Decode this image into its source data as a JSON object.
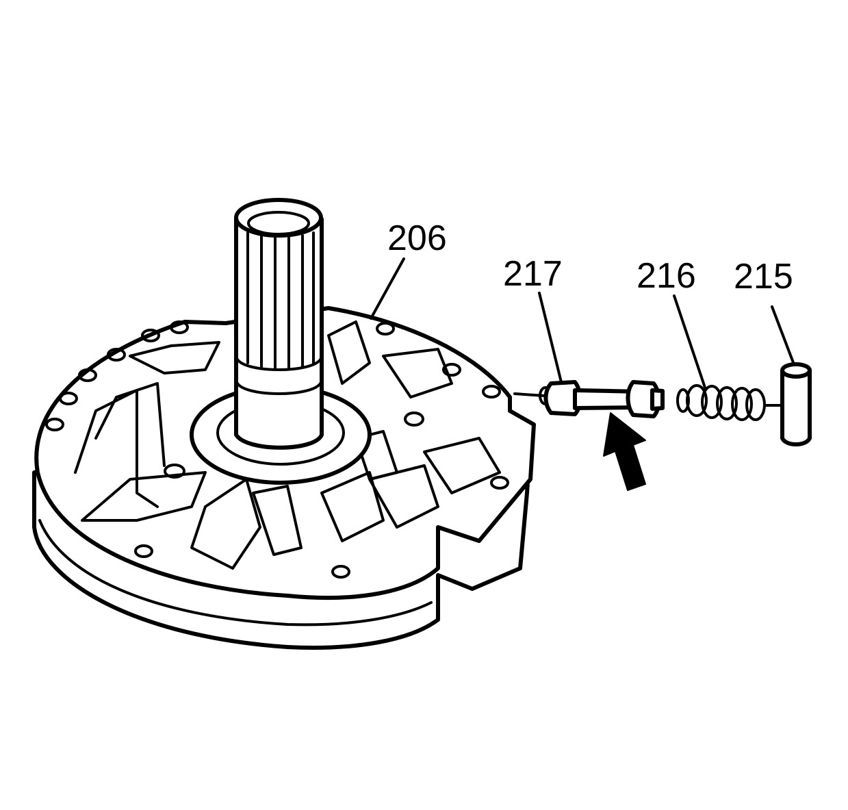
{
  "callouts": {
    "pump_cover": "206",
    "valve": "217",
    "spring": "216",
    "pin": "215"
  },
  "colors": {
    "line": "#000000",
    "background": "#ffffff"
  },
  "icons": {
    "direction_arrow": "arrow-up-left-icon"
  }
}
